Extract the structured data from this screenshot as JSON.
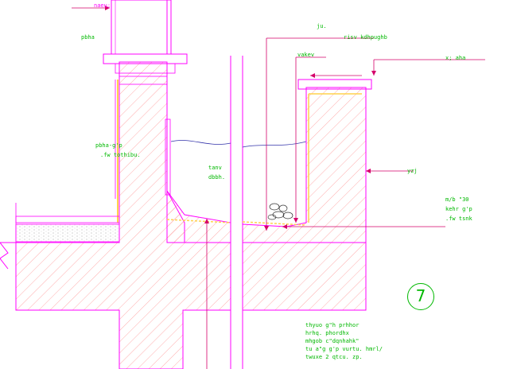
{
  "colors": {
    "outline": "#ff00ff",
    "hatch": "#ff7a7a",
    "text_green": "#00b800",
    "ground": "#3333aa",
    "infill": "#ffd24d",
    "leader": "#d4006a"
  },
  "labels": {
    "top_left": "naeu;",
    "left_upper": "pbha",
    "left_mid_1": "pbha-g'p",
    "left_mid_2": ".fw tothibu.",
    "center_1": "tanv",
    "center_2": "dbbh.",
    "ju": "ju.",
    "risv": "risv kdhpughb",
    "vakev": "vakev",
    "x_aha": "x; aha",
    "yzj": "yzj",
    "right_spec_1": "m/b \"30",
    "right_spec_2": "kehr g'p",
    "right_spec_3": ".fw tsnk",
    "detail_number": "7"
  },
  "notes": [
    "thyuo g\"h prhhor",
    "hrhq. phordhx",
    "mhgob c\"dqnhahk\"",
    "tu a\"g g'p vurtu. hmrl/",
    "twuxe 2 qtcu. zp."
  ]
}
